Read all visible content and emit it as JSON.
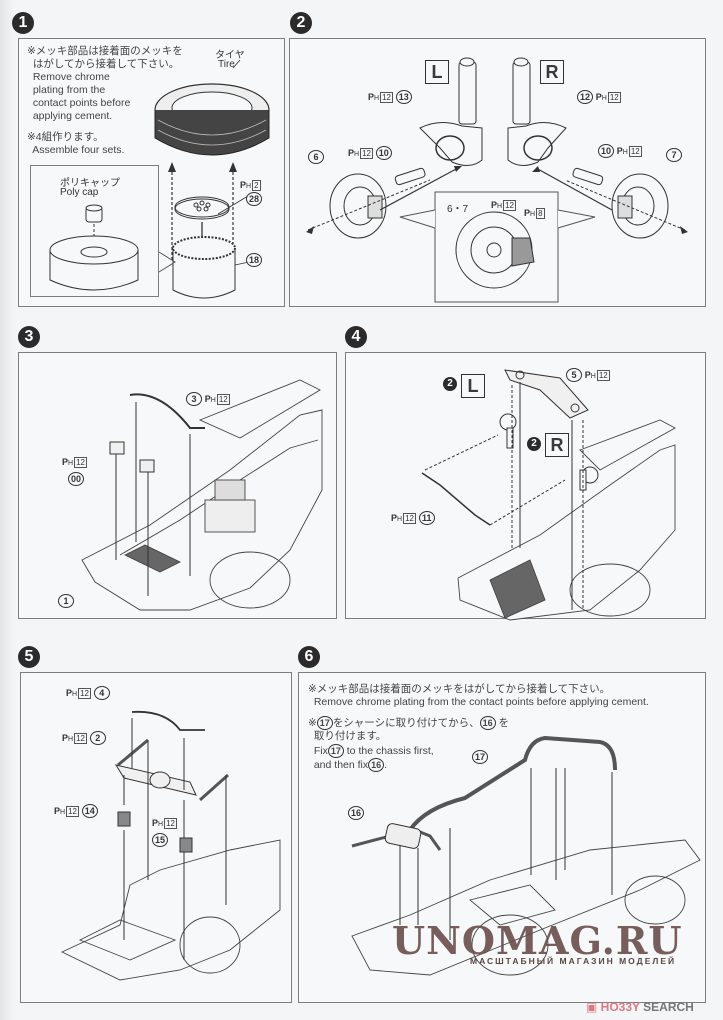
{
  "document": "assembly-instructions-page",
  "steps": [
    {
      "number": "1",
      "notes": {
        "chrome_jp": "※メッキ部品は接着面のメッキを\n  はがしてから接着して下さい。",
        "chrome_en": "  Remove chrome\n  plating from the\n  contact points before\n  applying cement.",
        "sets_jp": "※4組作ります。",
        "sets_en": "  Assemble four sets."
      },
      "tire_label_jp": "タイヤ",
      "tire_label_en": "Tire",
      "polycap_label_jp": "ポリキャップ",
      "polycap_label_en": "Poly cap",
      "parts": [
        {
          "part": "28",
          "runner": "P",
          "runner_sub": "H",
          "runner_num": "2"
        },
        {
          "part": "18"
        }
      ]
    },
    {
      "number": "2",
      "left_tag": "L",
      "right_tag": "R",
      "parts": [
        {
          "part": "13",
          "runner": "P",
          "runner_sub": "H",
          "runner_num": "12"
        },
        {
          "part": "12",
          "runner": "P",
          "runner_sub": "H",
          "runner_num": "12"
        },
        {
          "part": "10",
          "runner": "P",
          "runner_sub": "H",
          "runner_num": "12"
        },
        {
          "part": "10",
          "runner": "P",
          "runner_sub": "H",
          "runner_num": "12"
        },
        {
          "part": "6"
        },
        {
          "part": "7"
        }
      ],
      "detail": {
        "parts_label": "6・7",
        "runner_a": "12",
        "runner_b": "8",
        "runner": "P",
        "runner_sub": "H"
      }
    },
    {
      "number": "3",
      "parts": [
        {
          "part": "3",
          "runner": "P",
          "runner_sub": "H",
          "runner_num": "12"
        },
        {
          "part": "00",
          "runner": "P",
          "runner_sub": "H",
          "runner_num": "12"
        },
        {
          "part": "1"
        }
      ]
    },
    {
      "number": "4",
      "parts": [
        {
          "part": "5",
          "runner": "P",
          "runner_sub": "H",
          "runner_num": "12"
        },
        {
          "part": "11",
          "runner": "P",
          "runner_sub": "H",
          "runner_num": "12"
        }
      ],
      "refs": [
        {
          "step": "2",
          "tag": "L"
        },
        {
          "step": "2",
          "tag": "R"
        }
      ]
    },
    {
      "number": "5",
      "parts": [
        {
          "part": "4",
          "runner": "P",
          "runner_sub": "H",
          "runner_num": "12"
        },
        {
          "part": "2",
          "runner": "P",
          "runner_sub": "H",
          "runner_num": "12"
        },
        {
          "part": "14",
          "runner": "P",
          "runner_sub": "H",
          "runner_num": "12"
        },
        {
          "part": "15",
          "runner": "P",
          "runner_sub": "H",
          "runner_num": "12"
        }
      ]
    },
    {
      "number": "6",
      "notes": {
        "chrome_jp": "※メッキ部品は接着面のメッキをはがしてから接着して下さい。",
        "chrome_en": "  Remove chrome plating from the contact points before applying cement.",
        "order_jp_a": "※",
        "order_jp_b": "をシャーシに取り付けてから、",
        "order_jp_c": "を",
        "order_jp_d": "  取り付けます。",
        "order_en_a": "  Fix",
        "order_en_b": "to the chassis first,",
        "order_en_c": "  and then fix",
        "order_en_d": "."
      },
      "parts": [
        {
          "part": "17"
        },
        {
          "part": "16"
        }
      ]
    }
  ],
  "watermark": {
    "title": "UNOMAG.RU",
    "subtitle": "МАСШТАБНЫЙ МАГАЗИН МОДЕЛЕЙ"
  },
  "brand": {
    "hobby": "HO33Y",
    "search": "SEARCH"
  }
}
